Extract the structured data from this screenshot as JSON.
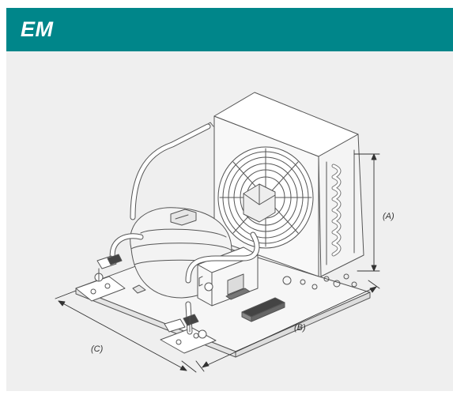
{
  "header": {
    "title": "EM",
    "background": "#00868a",
    "text_color": "#ffffff"
  },
  "panel": {
    "background": "#efefef"
  },
  "diagram": {
    "subject": "condensing-unit",
    "dimensions": {
      "a": "(A)",
      "b": "(B)",
      "c": "(C)"
    }
  }
}
